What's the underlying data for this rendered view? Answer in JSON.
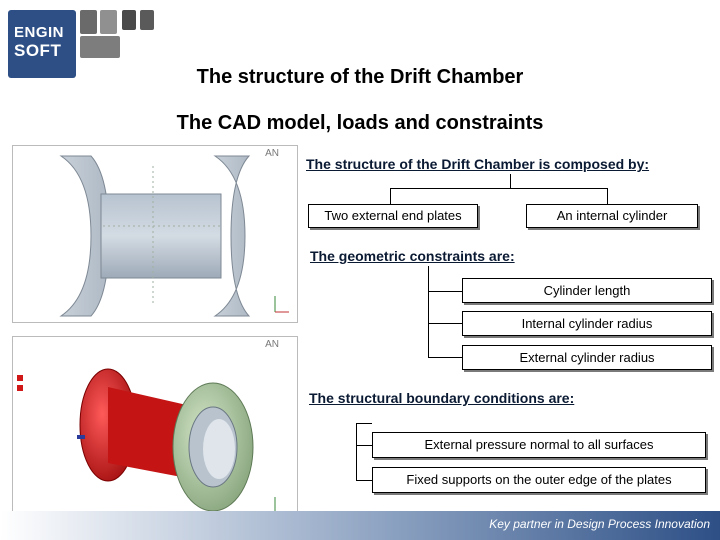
{
  "logo": {
    "line1": "ENGIN",
    "line2": "SOFT"
  },
  "title": "The structure of the Drift Chamber",
  "subtitle": "The CAD model, loads and constraints",
  "composition": {
    "heading": "The structure of the Drift Chamber is composed by:",
    "items": [
      "Two external end plates",
      "An internal cylinder"
    ]
  },
  "geometric": {
    "heading": "The geometric constraints are:",
    "items": [
      "Cylinder length",
      "Internal cylinder radius",
      "External cylinder radius"
    ]
  },
  "boundary": {
    "heading": "The structural boundary conditions are:",
    "items": [
      "External pressure normal to all surfaces",
      "Fixed supports on the outer edge of the plates"
    ]
  },
  "cad_top": {
    "logo": "AN"
  },
  "cad_bottom": {
    "logo": "AN"
  },
  "footer": {
    "tagline": "Key partner in Design Process Innovation"
  },
  "colors": {
    "logo_bg": "#2d4f86",
    "footer_start": "#ffffff",
    "footer_end": "#2d4f86",
    "plate_red": "#d01818",
    "plate_green": "#a9c79a"
  }
}
